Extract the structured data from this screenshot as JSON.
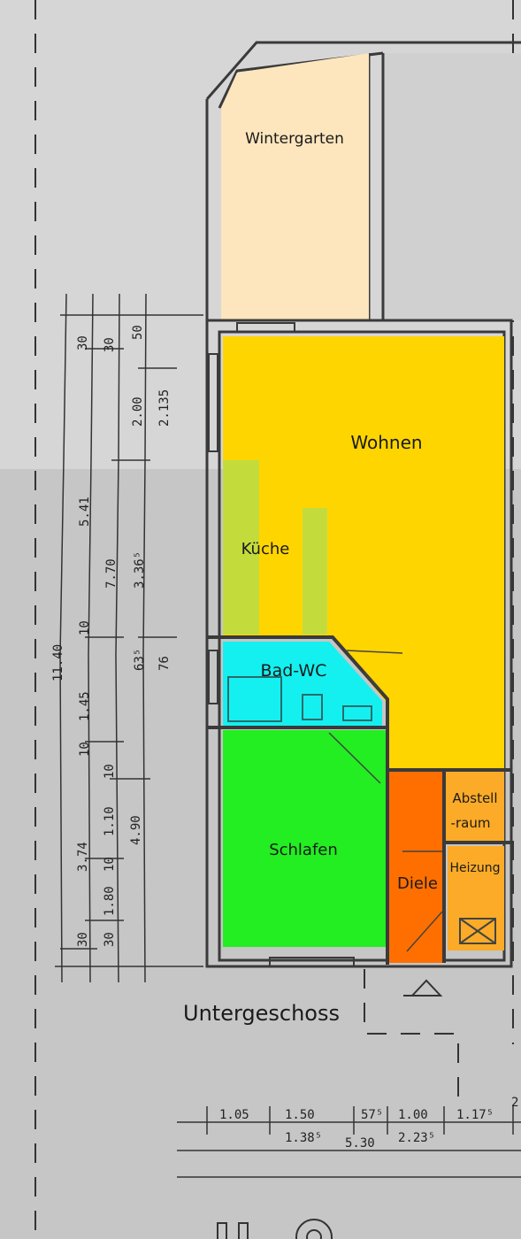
{
  "colors": {
    "wintergarten": "#fde6bd",
    "wohnen": "#ffd500",
    "kueche": "#c3dc3c",
    "bad": "#14f0f0",
    "schlafen": "#22ee22",
    "diele": "#ff6f00",
    "abstellraum": "#fbab27",
    "heizung": "#fbab27",
    "paper": "#c9c9c9",
    "wall": "#3a3a3a"
  },
  "rooms": {
    "wintergarten": "Wintergarten",
    "wohnen": "Wohnen",
    "kueche": "Küche",
    "bad": "Bad-WC",
    "schlafen": "Schlafen",
    "diele": "Diele",
    "abstellraum_1": "Abstell",
    "abstellraum_2": "-raum",
    "heizung": "Heizung"
  },
  "floor_title": "Untergeschoss",
  "dimensions_left": {
    "col1": [
      "30",
      "3.74",
      "30"
    ],
    "col2": [
      "5.41",
      "1.45",
      "10",
      "10",
      "1.10",
      "10",
      "1.80",
      "30"
    ],
    "col3": [
      "30",
      "7.70",
      "10",
      "4.90"
    ],
    "col4": [
      "50",
      "2.00",
      "3.36⁵",
      "63⁵",
      "76"
    ],
    "col5": [
      "2.135"
    ],
    "total": "11.40"
  },
  "dimensions_bottom": {
    "row1": [
      "1.05",
      "1.50",
      "57⁵",
      "1.00",
      "1.17⁵",
      "2"
    ],
    "row2": [
      "1.38⁵",
      "5.30",
      "2.23⁵"
    ]
  }
}
